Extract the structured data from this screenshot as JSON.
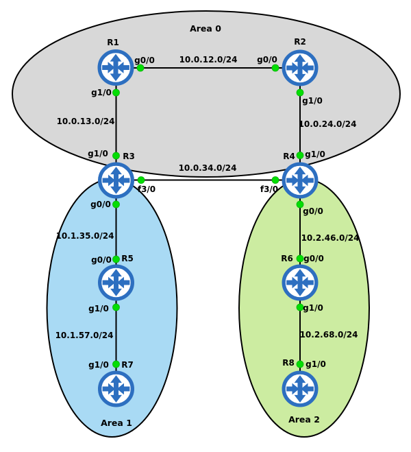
{
  "areas": [
    {
      "name": "Area 0",
      "fill": "#d8d8d8"
    },
    {
      "name": "Area 1",
      "fill": "#a9daf4"
    },
    {
      "name": "Area 2",
      "fill": "#cceca1"
    }
  ],
  "routers": [
    {
      "name": "R1"
    },
    {
      "name": "R2"
    },
    {
      "name": "R3"
    },
    {
      "name": "R4"
    },
    {
      "name": "R5"
    },
    {
      "name": "R6"
    },
    {
      "name": "R7"
    },
    {
      "name": "R8"
    }
  ],
  "networks": [
    {
      "label": "10.0.12.0/24"
    },
    {
      "label": "10.0.13.0/24"
    },
    {
      "label": "10.0.24.0/24"
    },
    {
      "label": "10.0.34.0/24"
    },
    {
      "label": "10.1.35.0/24"
    },
    {
      "label": "10.1.57.0/24"
    },
    {
      "label": "10.2.46.0/24"
    },
    {
      "label": "10.2.68.0/24"
    }
  ],
  "interfaces": [
    {
      "router": "R1",
      "label": "g0/0"
    },
    {
      "router": "R1",
      "label": "g1/0"
    },
    {
      "router": "R2",
      "label": "g0/0"
    },
    {
      "router": "R2",
      "label": "g1/0"
    },
    {
      "router": "R3",
      "label": "g1/0"
    },
    {
      "router": "R3",
      "label": "f3/0"
    },
    {
      "router": "R3",
      "label": "g0/0"
    },
    {
      "router": "R4",
      "label": "g1/0"
    },
    {
      "router": "R4",
      "label": "f3/0"
    },
    {
      "router": "R4",
      "label": "g0/0"
    },
    {
      "router": "R5",
      "label": "g0/0"
    },
    {
      "router": "R5",
      "label": "g1/0"
    },
    {
      "router": "R6",
      "label": "g0/0"
    },
    {
      "router": "R6",
      "label": "g1/0"
    },
    {
      "router": "R7",
      "label": "g1/0"
    },
    {
      "router": "R8",
      "label": "g1/0"
    }
  ],
  "colors": {
    "router_blue": "#2d6fc0",
    "dot_green": "#04dd04",
    "dot_green_edge": "#0ab40a",
    "line_black": "#000000",
    "label_text": "#000000"
  }
}
